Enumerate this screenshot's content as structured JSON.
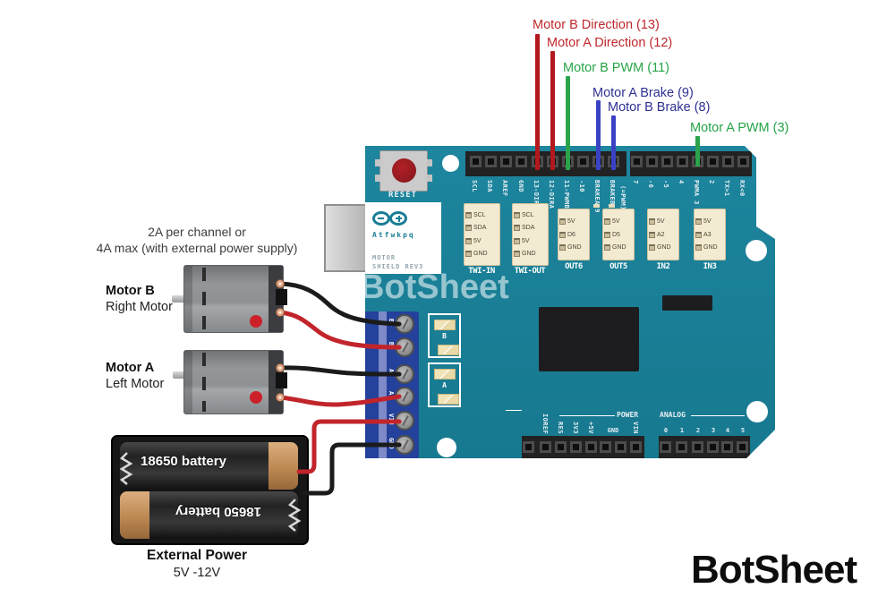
{
  "brand": {
    "logo": "BotSheet"
  },
  "signal_labels": [
    {
      "label": "Motor B Direction (13)",
      "color": "#c0272d",
      "wire_color": "#b2181d"
    },
    {
      "label": "Motor A Direction (12)",
      "color": "#c0272d",
      "wire_color": "#b2181d"
    },
    {
      "label": "Motor B PWM (11)",
      "color": "#27a347",
      "wire_color": "#2aa34b"
    },
    {
      "label": "Motor A Brake (9)",
      "color": "#2e3192",
      "wire_color": "#3a42c4"
    },
    {
      "label": "Motor B Brake (8)",
      "color": "#2e3192",
      "wire_color": "#3a42c4"
    },
    {
      "label": "Motor A PWM (3)",
      "color": "#27a347",
      "wire_color": "#2aa34b"
    }
  ],
  "notes": {
    "line1": "2A per channel or",
    "line2": "4A max (with external power supply)"
  },
  "motors": {
    "motor_b": {
      "name": "Motor B",
      "subtitle": "Right Motor"
    },
    "motor_a": {
      "name": "Motor A",
      "subtitle": "Left Motor"
    }
  },
  "battery": {
    "cell1_label": "18650 battery",
    "cell2_label": "18650 battery",
    "title": "External Power",
    "voltage": "5V -12V"
  },
  "board": {
    "watermark": "BotSheet",
    "reset": "RESET",
    "logo_text": "Atfwkpq",
    "name_line1": "MOTOR",
    "name_line2": "SHIELD REV3",
    "header_left": [
      "SCL",
      "SDA",
      "AREF",
      "GND",
      "13-DIRB",
      "12-DIRA",
      "11-PWMB",
      "-10",
      "BRAKEA 9",
      "BRAKEB 8"
    ],
    "header_left_note": "(=PWM)",
    "header_right": [
      "7",
      "-6",
      "-5",
      "4",
      "PWMA 3",
      "2",
      "TX>1",
      "RX<0"
    ],
    "connectors": [
      {
        "label": "TWI-IN",
        "pins": [
          "SCL",
          "SDA",
          "5V",
          "GND"
        ]
      },
      {
        "label": "TWI-OUT",
        "pins": [
          "SCL",
          "SDA",
          "5V",
          "GND"
        ]
      },
      {
        "label": "OUT6",
        "pins": [
          "5V",
          "D6",
          "GND"
        ]
      },
      {
        "label": "OUT5",
        "pins": [
          "5V",
          "D5",
          "GND"
        ]
      },
      {
        "label": "IN2",
        "pins": [
          "5V",
          "A2",
          "GND"
        ]
      },
      {
        "label": "IN3",
        "pins": [
          "5V",
          "A3",
          "GND"
        ]
      }
    ],
    "terminals": [
      "B+",
      "B-",
      "A+",
      "A-",
      "VIN",
      "GND"
    ],
    "smd_markings": [
      "B",
      "A"
    ],
    "power_group": {
      "label": "POWER",
      "pins": [
        "IOREF",
        "RES",
        "3V3",
        "+5V",
        "GND",
        "VIN"
      ]
    },
    "analog_group": {
      "label": "ANALOG",
      "pins": [
        "0",
        "1",
        "2",
        "3",
        "4",
        "5"
      ]
    }
  },
  "colors": {
    "board_teal": "#1a7e96",
    "terminal_blue": "#24419b",
    "wire_red": "#c2242b",
    "wire_black": "#1b1b1b",
    "battery_tan": "#c99a67"
  }
}
